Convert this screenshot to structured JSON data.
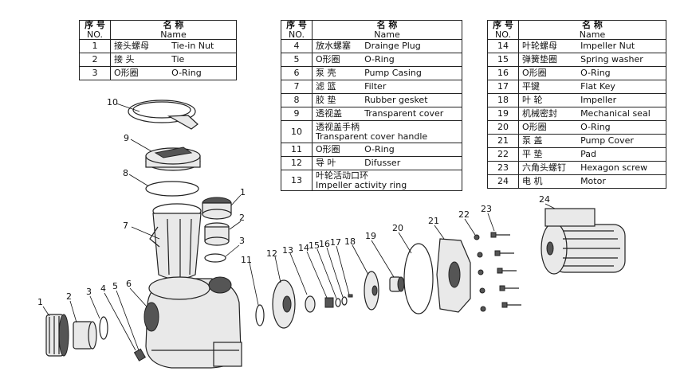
{
  "table_left": {
    "header": {
      "no_cn": "序 号",
      "no_en": "NO.",
      "name_cn": "名 称",
      "name_en": "Name"
    },
    "rows": [
      {
        "no": "1",
        "cn": "接头螺母",
        "en": "Tie-in Nut"
      },
      {
        "no": "2",
        "cn": "接 头",
        "en": "Tie"
      },
      {
        "no": "3",
        "cn": "O形圈",
        "en": "O-Ring"
      }
    ]
  },
  "table_mid": {
    "header": {
      "no_cn": "序 号",
      "no_en": "NO.",
      "name_cn": "名 称",
      "name_en": "Name"
    },
    "rows": [
      {
        "no": "4",
        "cn": "放水螺塞",
        "en": "Drainge Plug"
      },
      {
        "no": "5",
        "cn": "O形圈",
        "en": "O-Ring"
      },
      {
        "no": "6",
        "cn": "泵 壳",
        "en": "Pump Casing"
      },
      {
        "no": "7",
        "cn": "滤 篮",
        "en": "Filter"
      },
      {
        "no": "8",
        "cn": "胶 垫",
        "en": "Rubber gesket"
      },
      {
        "no": "9",
        "cn": "透视盖",
        "en": "Transparent cover"
      },
      {
        "no": "10",
        "cn": "透视盖手柄",
        "en": "Transparent cover handle"
      },
      {
        "no": "11",
        "cn": "O形圈",
        "en": "O-Ring"
      },
      {
        "no": "12",
        "cn": "导 叶",
        "en": "Difusser"
      },
      {
        "no": "13",
        "cn": "叶轮活动口环",
        "en": "Impeller activity ring"
      }
    ]
  },
  "table_right": {
    "header": {
      "no_cn": "序 号",
      "no_en": "NO.",
      "name_cn": "名 称",
      "name_en": "Name"
    },
    "rows": [
      {
        "no": "14",
        "cn": "叶轮螺母",
        "en": "Impeller Nut"
      },
      {
        "no": "15",
        "cn": "弹簧垫圈",
        "en": "Spring washer"
      },
      {
        "no": "16",
        "cn": "O形圈",
        "en": "O-Ring"
      },
      {
        "no": "17",
        "cn": "平键",
        "en": "Flat Key"
      },
      {
        "no": "18",
        "cn": "叶 轮",
        "en": "Impeller"
      },
      {
        "no": "19",
        "cn": "机械密封",
        "en": "Mechanical seal"
      },
      {
        "no": "20",
        "cn": "O形圈",
        "en": "O-Ring"
      },
      {
        "no": "21",
        "cn": "泵 盖",
        "en": "Pump Cover"
      },
      {
        "no": "22",
        "cn": "平 垫",
        "en": "Pad"
      },
      {
        "no": "23",
        "cn": "六角头螺钉",
        "en": "Hexagon screw"
      },
      {
        "no": "24",
        "cn": "电 机",
        "en": "Motor"
      }
    ]
  },
  "callouts": [
    "1",
    "2",
    "3",
    "4",
    "5",
    "6",
    "7",
    "8",
    "9",
    "10",
    "11",
    "12",
    "13",
    "14",
    "15",
    "16",
    "17",
    "18",
    "19",
    "20",
    "21",
    "22",
    "23",
    "24"
  ],
  "callouts_left": [
    "1",
    "2",
    "3"
  ]
}
